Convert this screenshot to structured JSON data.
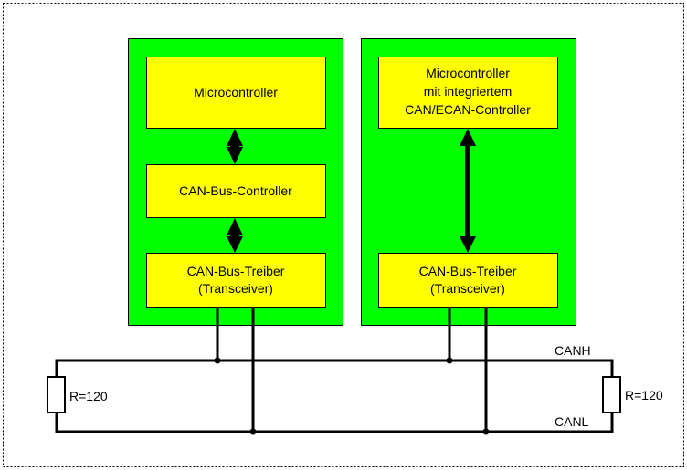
{
  "diagram": {
    "colors": {
      "module": "#00ff00",
      "block": "#ffff00",
      "line": "#000000",
      "background": "#ffffff"
    },
    "left_node": {
      "microcontroller": "Microcontroller",
      "controller": "CAN-Bus-Controller",
      "transceiver_line1": "CAN-Bus-Treiber",
      "transceiver_line2": "(Transceiver)"
    },
    "right_node": {
      "microcontroller_line1": "Microcontroller",
      "microcontroller_line2": "mit integriertem",
      "microcontroller_line3": "CAN/ECAN-Controller",
      "transceiver_line1": "CAN-Bus-Treiber",
      "transceiver_line2": "(Transceiver)"
    },
    "bus": {
      "canh_label": "CANH",
      "canl_label": "CANL",
      "left_resistor": "R=120",
      "right_resistor": "R=120"
    }
  }
}
